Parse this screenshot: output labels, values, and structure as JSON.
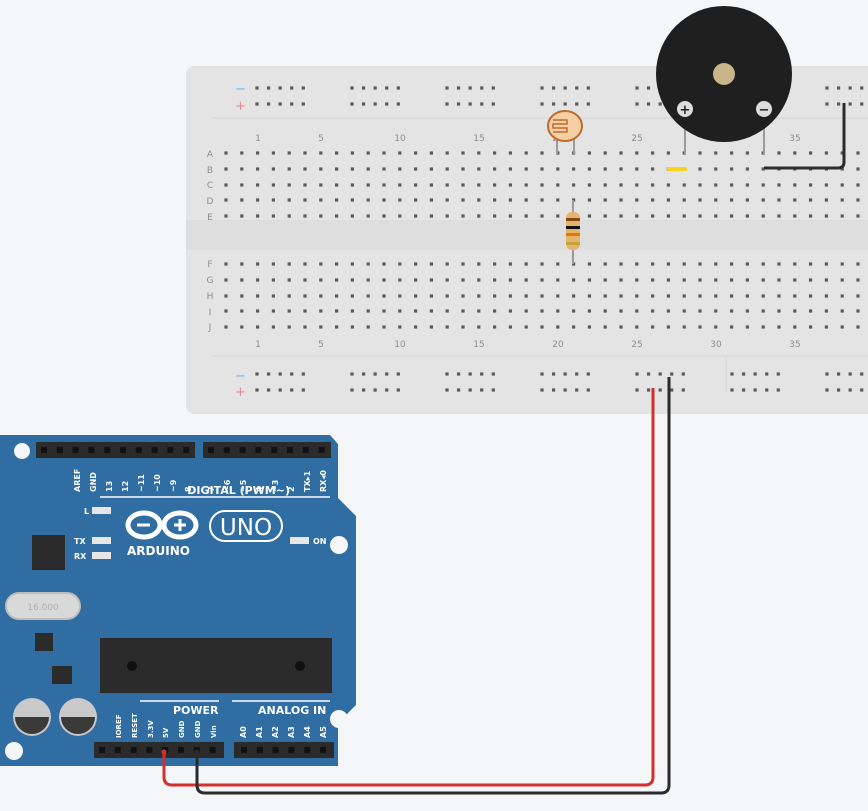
{
  "breadboard": {
    "column_numbers": [
      "1",
      "5",
      "10",
      "15",
      "20",
      "25",
      "30",
      "35"
    ],
    "rows_top": [
      "A",
      "B",
      "C",
      "D",
      "E"
    ],
    "rows_bottom": [
      "F",
      "G",
      "H",
      "I",
      "J"
    ],
    "rail_minus": "−",
    "rail_plus": "+"
  },
  "buzzer": {
    "plus": "+",
    "minus": "−"
  },
  "arduino": {
    "brand": "ARDUINO",
    "model": "UNO",
    "digital_label": "DIGITAL (PWM~)",
    "power_label": "POWER",
    "analog_label": "ANALOG IN",
    "on_label": "ON",
    "led_l": "L",
    "led_tx": "TX",
    "led_rx": "RX",
    "crystal": "16.000",
    "digital_pins": [
      "AREF",
      "GND",
      "13",
      "12",
      "~11",
      "~10",
      "~9",
      "8",
      "7",
      "~6",
      "~5",
      "4",
      "~3",
      "2",
      "TX▸1",
      "RX◂0"
    ],
    "power_pins": [
      "IOREF",
      "RESET",
      "3.3V",
      "5V",
      "GND",
      "GND",
      "Vin"
    ],
    "analog_pins": [
      "A0",
      "A1",
      "A2",
      "A3",
      "A4",
      "A5"
    ]
  },
  "colors": {
    "wire_red": "#d32f2f",
    "wire_black": "#2b2b2b",
    "board_blue": "#2f6da3",
    "breadboard": "#e4e4e4"
  }
}
